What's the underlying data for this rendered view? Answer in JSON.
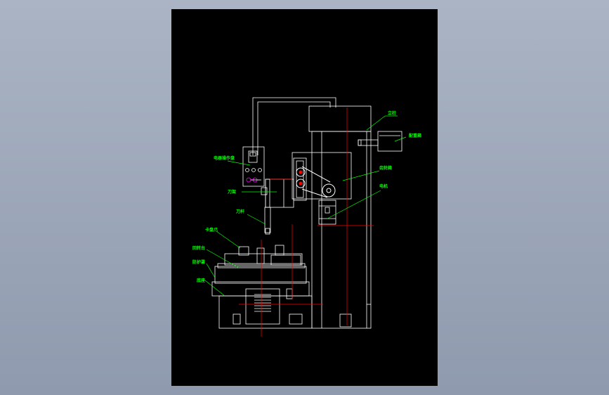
{
  "colors": {
    "outline": "#ffffff",
    "centerline": "#ff0000",
    "leader": "#00ff00",
    "label": "#00ff00",
    "accent": "#ff00ff"
  },
  "labels": {
    "column": "立柱",
    "gearbox": "齿轮箱",
    "motor": "电机",
    "control_panel": "电器操作盘",
    "tool_holder": "刀架",
    "tool_bar": "刀杆",
    "chuck": "卡盘爪",
    "rotary_table": "回转台",
    "guard": "防护罩",
    "base": "底座",
    "counterweight": "配重箱"
  }
}
